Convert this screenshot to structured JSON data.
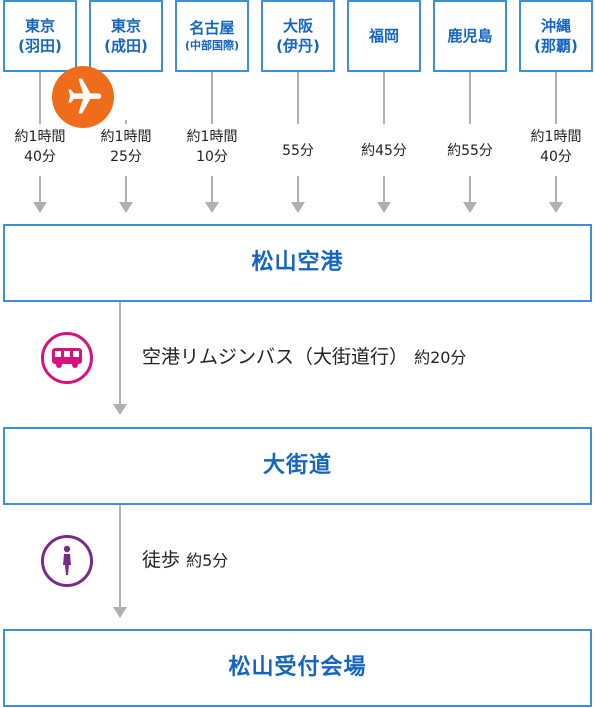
{
  "origins": [
    {
      "line1": "東京",
      "line2": "(羽田)",
      "time1": "約1時間",
      "time2": "40分"
    },
    {
      "line1": "東京",
      "line2": "(成田)",
      "time1": "約1時間",
      "time2": "25分"
    },
    {
      "line1": "名古屋",
      "line2": "(中部国際)",
      "time1": "約1時間",
      "time2": "10分"
    },
    {
      "line1": "大阪",
      "line2": "(伊丹)",
      "time1": "55分",
      "time2": ""
    },
    {
      "line1": "福岡",
      "line2": "",
      "time1": "約45分",
      "time2": ""
    },
    {
      "line1": "鹿児島",
      "line2": "",
      "time1": "約55分",
      "time2": ""
    },
    {
      "line1": "沖縄",
      "line2": "(那覇)",
      "time1": "約1時間",
      "time2": "40分"
    }
  ],
  "stations": {
    "airport": "松山空港",
    "okaido": "大街道",
    "venue": "松山受付会場"
  },
  "steps": {
    "bus": {
      "mode": "空港リムジンバス（大街道行）",
      "time": "約20分"
    },
    "walk": {
      "mode": "徒歩",
      "time": "約5分"
    }
  },
  "icons": {
    "plane": "airplane-icon",
    "bus": "bus-icon",
    "walk": "walking-person-icon"
  },
  "colors": {
    "border_blue": "#3b8fdc",
    "text_blue": "#1565c0",
    "plane_orange": "#ef6c1a",
    "bus_magenta": "#d6137a",
    "walk_purple": "#7b2a8c",
    "arrow_gray": "#b0b0b0"
  }
}
